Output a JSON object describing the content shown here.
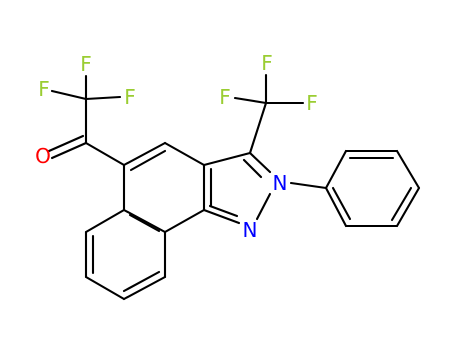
{
  "molecule": {
    "atom_labels": [
      {
        "id": "F1",
        "text": "F",
        "color": "#9acd32"
      },
      {
        "id": "F2",
        "text": "F",
        "color": "#9acd32"
      },
      {
        "id": "F3",
        "text": "F",
        "color": "#9acd32"
      },
      {
        "id": "F4",
        "text": "F",
        "color": "#9acd32"
      },
      {
        "id": "F5",
        "text": "F",
        "color": "#9acd32"
      },
      {
        "id": "F6",
        "text": "F",
        "color": "#9acd32"
      },
      {
        "id": "O1",
        "text": "O",
        "color": "#ff0000"
      },
      {
        "id": "N2",
        "text": "N",
        "color": "#0000ff"
      },
      {
        "id": "N1",
        "text": "N",
        "color": "#0000ff"
      }
    ],
    "bond_color": "#000000"
  }
}
